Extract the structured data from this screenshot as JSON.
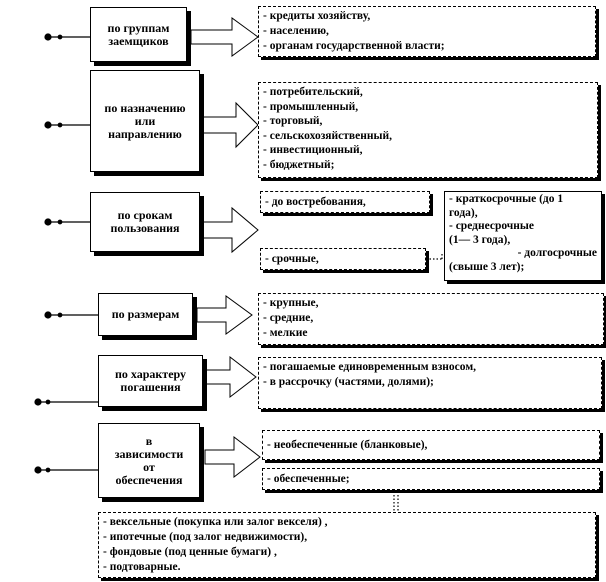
{
  "categories": [
    {
      "lines": [
        "по группам",
        "заемщиков"
      ],
      "items": [
        "- кредиты хозяйству,",
        "- населению,",
        "- органам государственной власти;"
      ]
    },
    {
      "lines": [
        "по назначению",
        "или",
        "направлению"
      ],
      "items": [
        "- потребительский,",
        "- промышленный,",
        "- торговый,",
        "- сельскохозяйственный,",
        "- инвестиционный,",
        "- бюджетный;"
      ]
    },
    {
      "lines": [
        "по срокам",
        "пользования"
      ],
      "items": [
        "- до востребования,",
        "- срочные,"
      ],
      "sub_items": [
        "- краткосрочные (до 1",
        "года),",
        "- среднесрочные",
        "(1— 3 года),",
        "- долгосрочные",
        "(свыше 3 лет);"
      ]
    },
    {
      "lines": [
        "по размерам"
      ],
      "items": [
        "- крупные,",
        "- средние,",
        "- мелкие"
      ]
    },
    {
      "lines": [
        "по характеру",
        "погашения"
      ],
      "items": [
        "- погашаемые единовременным взносом,",
        "- в рассрочку (частями, долями);"
      ]
    },
    {
      "lines": [
        "в",
        "зависимости",
        "от",
        "обеспечения"
      ],
      "items": [
        "- необеспеченные (бланковые),",
        "- обеспеченные;"
      ],
      "sub_items": [
        "- вексельные (покупка или залог векселя) ,",
        "- ипотечные (под залог недвижимости),",
        "- фондовые (под ценные бумаги) ,",
        "- подтоварные."
      ]
    }
  ]
}
